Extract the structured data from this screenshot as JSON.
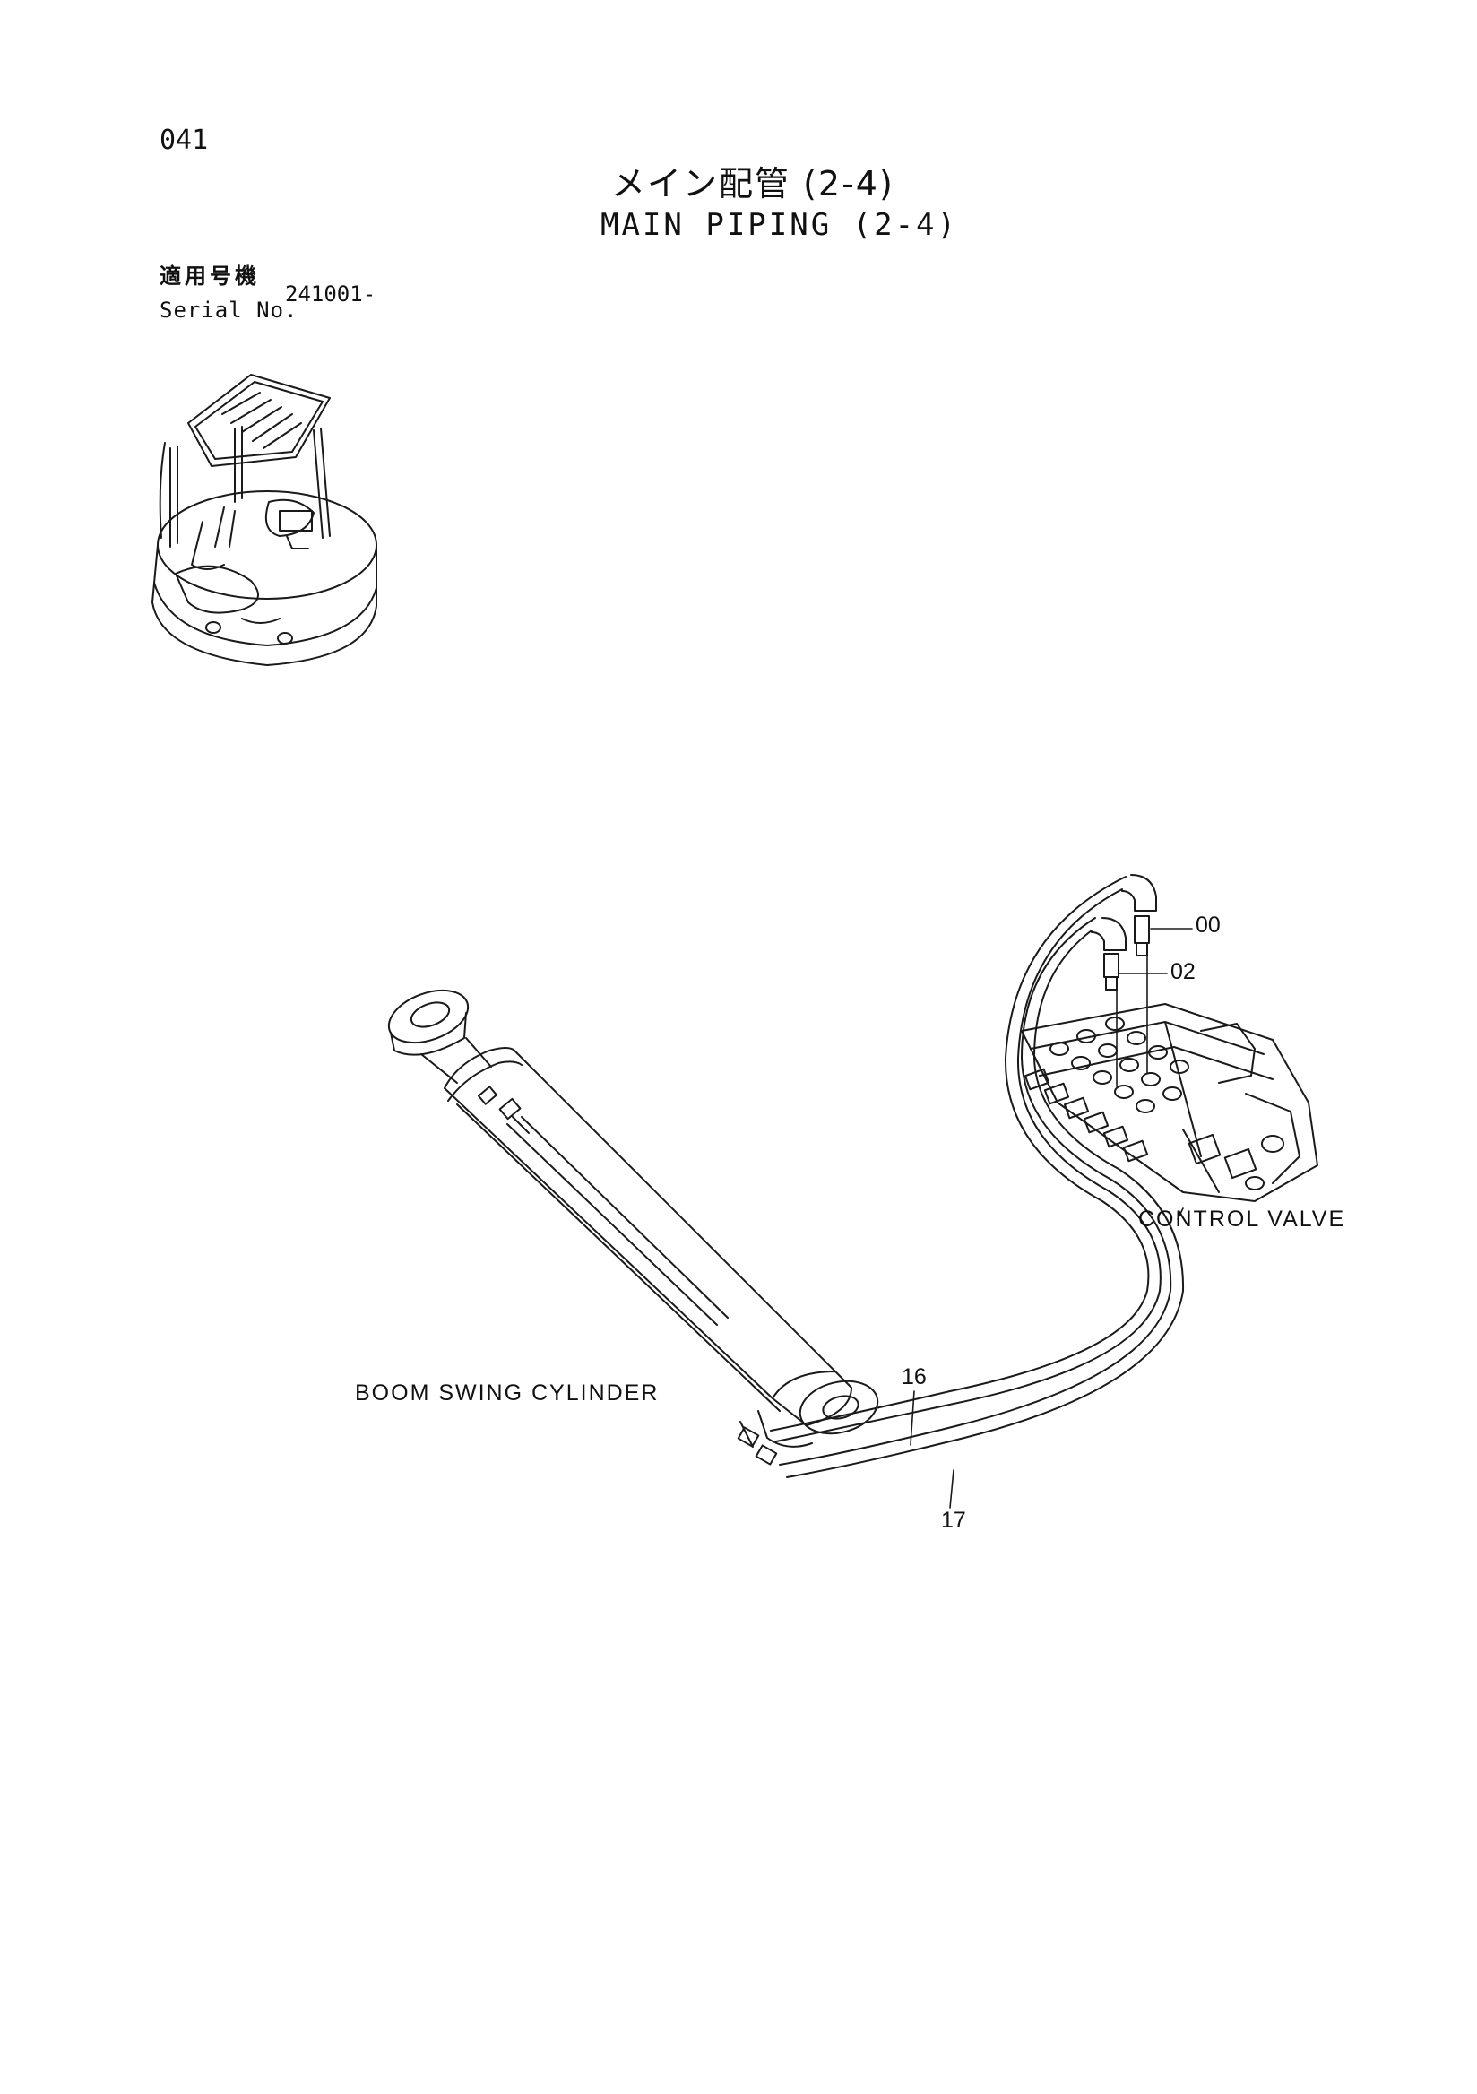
{
  "header": {
    "page_number": "041",
    "title_ja": "メイン配管 (2-4)",
    "title_en": "MAIN PIPING (2-4)"
  },
  "serial": {
    "label_ja": "適用号機",
    "label_en": "Serial No.",
    "value": "241001-"
  },
  "diagram": {
    "labels": {
      "control_valve": "CONTROL VALVE",
      "boom_swing_cylinder": "BOOM SWING CYLINDER"
    },
    "part_numbers": {
      "p00": "00",
      "p02": "02",
      "p16": "16",
      "p17": "17"
    }
  }
}
